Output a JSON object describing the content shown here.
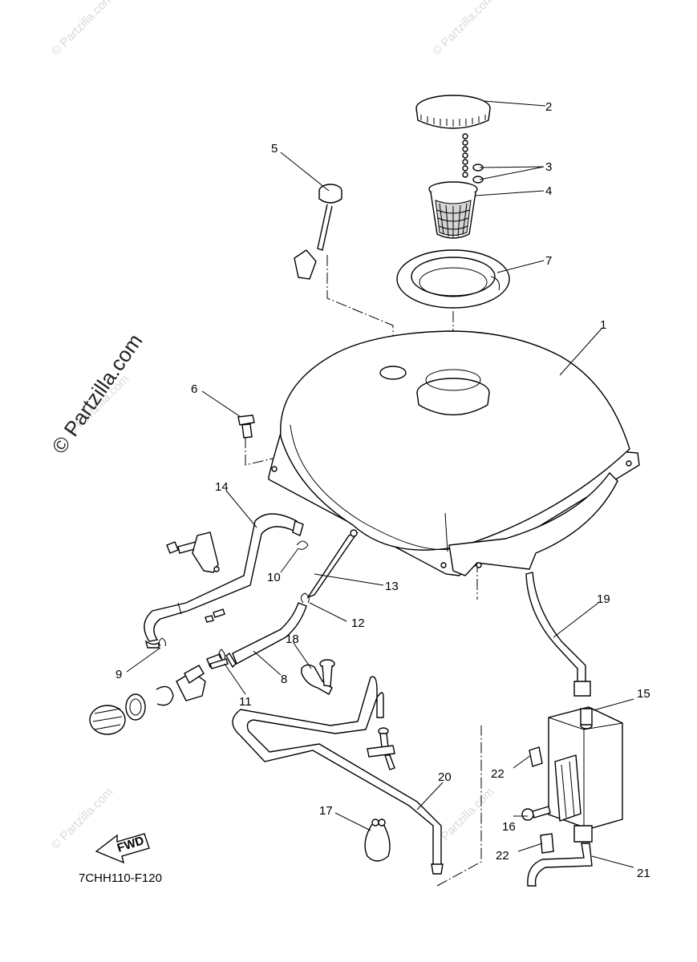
{
  "watermarks": {
    "small": "© Partzilla.com",
    "large": "© Partzilla.com"
  },
  "diagram_code": "7CHH110-F120",
  "fwd_label": "FWD",
  "callouts": {
    "c1": "1",
    "c2": "2",
    "c3": "3",
    "c4": "4",
    "c5": "5",
    "c6": "6",
    "c7": "7",
    "c8": "8",
    "c9": "9",
    "c10": "10",
    "c11": "11",
    "c12": "12",
    "c13": "13",
    "c14": "14",
    "c15": "15",
    "c16": "16",
    "c17": "17",
    "c18": "18",
    "c19": "19",
    "c20": "20",
    "c21": "21",
    "c22a": "22",
    "c22b": "22"
  },
  "parts": {
    "p1": "fuel-tank",
    "p2": "tank-cap",
    "p3": "cap-chain-washers",
    "p4": "filler-strainer",
    "p5": "fuel-gauge-sender",
    "p6": "tank-bolt",
    "p7": "filler-neck-seal",
    "p8": "fuel-hose",
    "p9": "hose-clip",
    "p10": "hose-clip-upper",
    "p11": "hose-clip-lower",
    "p12": "hose-clip-middle",
    "p13": "fuel-pipe",
    "p14": "fuel-hose-long",
    "p15": "charcoal-canister",
    "p16": "canister-screw",
    "p17": "hose-clamp",
    "p18": "hose-holder-clamp",
    "p19": "breather-hose",
    "p20": "vent-hose",
    "p21": "canister-drain-hose",
    "p22": "canister-bracket"
  }
}
